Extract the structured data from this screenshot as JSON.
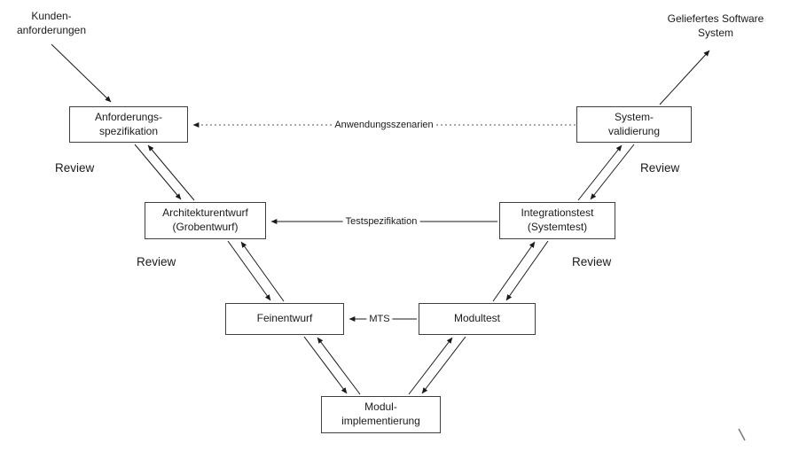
{
  "diagram": {
    "corner_labels": {
      "kundenanforderungen": "Kunden-\nanforderungen",
      "geliefertes_software_system": "Geliefertes Software\nSystem"
    },
    "nodes": {
      "anforderungsspezifikation": "Anforderungs-\nspezifikation",
      "systemvalidierung": "System-\nvalidierung",
      "architekturentwurf": "Architekturentwurf\n(Grobentwurf)",
      "integrationstest": "Integrationstest\n(Systemtest)",
      "feinentwurf": "Feinentwurf",
      "modultest": "Modultest",
      "modulimplementierung": "Modul-\nimplementierung"
    },
    "edge_labels": {
      "anwendungsszenarien": "Anwendungsszenarien",
      "testspezifikation": "Testspezifikation",
      "mts": "MTS"
    },
    "review_labels": {
      "left_top": "Review",
      "left_middle": "Review",
      "right_top": "Review",
      "right_middle": "Review"
    },
    "colors": {
      "line": "#1a1a1a",
      "dotted_line": "#555555",
      "box_border": "#3f3f3f",
      "background": "#ffffff"
    }
  }
}
